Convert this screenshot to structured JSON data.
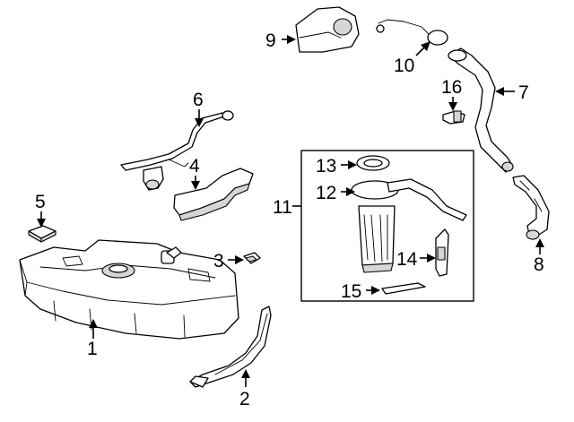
{
  "callouts": {
    "c1": "1",
    "c2": "2",
    "c3": "3",
    "c4": "4",
    "c5": "5",
    "c6": "6",
    "c7": "7",
    "c8": "8",
    "c9": "9",
    "c10": "10",
    "c11": "11",
    "c12": "12",
    "c13": "13",
    "c14": "14",
    "c15": "15",
    "c16": "16"
  },
  "parts": [
    {
      "callout": "1",
      "icon": "fuel-tank-icon"
    },
    {
      "callout": "2",
      "icon": "tank-strap-icon"
    },
    {
      "callout": "3",
      "icon": "clip-icon"
    },
    {
      "callout": "4",
      "icon": "insulator-pad-icon"
    },
    {
      "callout": "5",
      "icon": "insulator-block-icon"
    },
    {
      "callout": "6",
      "icon": "vent-pipe-icon"
    },
    {
      "callout": "7",
      "icon": "filler-pipe-icon"
    },
    {
      "callout": "8",
      "icon": "filler-hose-icon"
    },
    {
      "callout": "9",
      "icon": "heat-shield-icon"
    },
    {
      "callout": "10",
      "icon": "fuel-cap-tether-icon"
    },
    {
      "callout": "11",
      "icon": "fuel-pump-assembly-box"
    },
    {
      "callout": "12",
      "icon": "fuel-pump-module-icon"
    },
    {
      "callout": "13",
      "icon": "lock-ring-icon"
    },
    {
      "callout": "14",
      "icon": "sending-unit-icon"
    },
    {
      "callout": "15",
      "icon": "filter-strainer-icon"
    },
    {
      "callout": "16",
      "icon": "valve-icon"
    }
  ]
}
